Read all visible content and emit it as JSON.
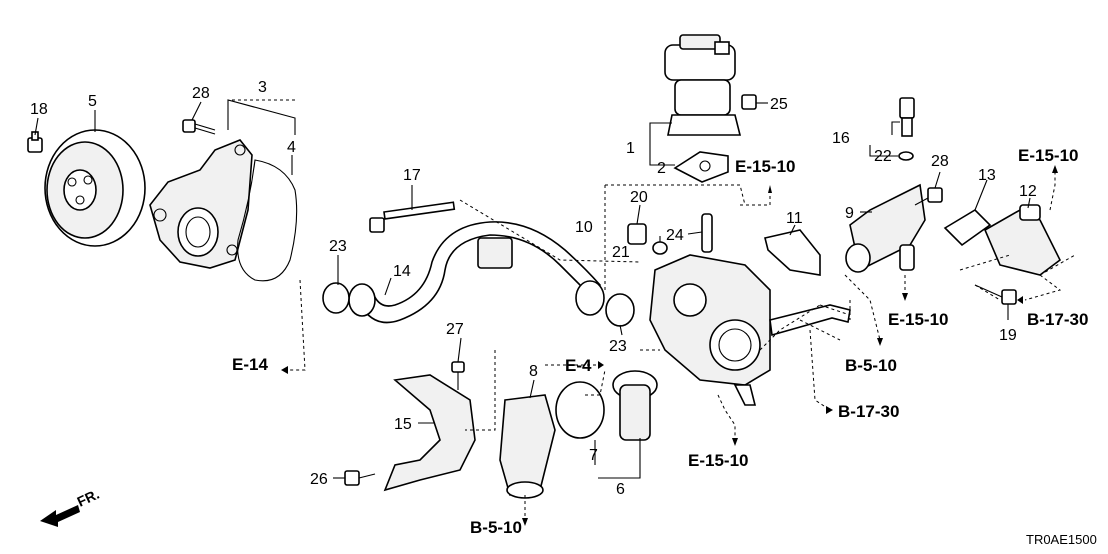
{
  "callouts": {
    "c1": "1",
    "c2": "2",
    "c3": "3",
    "c4": "4",
    "c5": "5",
    "c6": "6",
    "c7": "7",
    "c8": "8",
    "c9": "9",
    "c10": "10",
    "c11": "11",
    "c12": "12",
    "c13": "13",
    "c14": "14",
    "c15": "15",
    "c16": "16",
    "c17": "17",
    "c18": "18",
    "c19": "19",
    "c20": "20",
    "c21": "21",
    "c22": "22",
    "c23a": "23",
    "c23b": "23",
    "c24": "24",
    "c25": "25",
    "c26": "26",
    "c27": "27",
    "c28a": "28",
    "c28b": "28"
  },
  "references": {
    "e1510_egr": "E-15-10",
    "e1510_right": "E-15-10",
    "e1510_bottom": "E-15-10",
    "e1510_mid": "E-15-10",
    "e14": "E-14",
    "e4": "E-4",
    "b510_mid": "B-5-10",
    "b510_bottom": "B-5-10",
    "b1730_mid": "B-17-30",
    "b1730_right": "B-17-30"
  },
  "front_marker": "FR.",
  "diagram_code": "TR0AE1500"
}
